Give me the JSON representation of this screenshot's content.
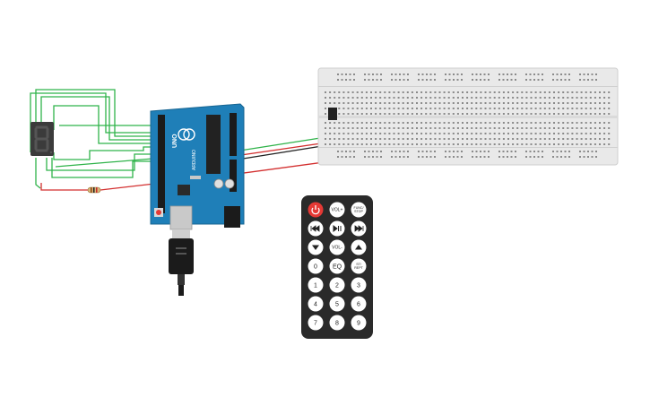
{
  "arduino": {
    "brand": "UNO",
    "maker": "ARDUINO",
    "colors": {
      "board": "#1f7fb8",
      "chip": "#222222",
      "header": "#1b1b1b"
    }
  },
  "seven_segment": {
    "digit": "8"
  },
  "breadboard": {
    "color": "#e9e9e9"
  },
  "remote": {
    "colors": {
      "body": "#2a2a2a",
      "button": "#ffffff",
      "power": "#e53935"
    },
    "buttons": [
      {
        "id": "power",
        "label": "",
        "icon": "power-icon"
      },
      {
        "id": "vol-up",
        "label": "VOL+"
      },
      {
        "id": "func-stop",
        "label": "FUNC/STOP"
      },
      {
        "id": "prev",
        "label": "",
        "icon": "rewind-icon"
      },
      {
        "id": "play-pause",
        "label": "",
        "icon": "play-pause-icon"
      },
      {
        "id": "next",
        "label": "",
        "icon": "fast-forward-icon"
      },
      {
        "id": "down",
        "label": "",
        "icon": "triangle-down-icon"
      },
      {
        "id": "vol-down",
        "label": "VOL-"
      },
      {
        "id": "up",
        "label": "",
        "icon": "triangle-up-icon"
      },
      {
        "id": "num-0",
        "label": "0"
      },
      {
        "id": "eq",
        "label": "EQ"
      },
      {
        "id": "st-rept",
        "label": "ST/REPT"
      },
      {
        "id": "num-1",
        "label": "1"
      },
      {
        "id": "num-2",
        "label": "2"
      },
      {
        "id": "num-3",
        "label": "3"
      },
      {
        "id": "num-4",
        "label": "4"
      },
      {
        "id": "num-5",
        "label": "5"
      },
      {
        "id": "num-6",
        "label": "6"
      },
      {
        "id": "num-7",
        "label": "7"
      },
      {
        "id": "num-8",
        "label": "8"
      },
      {
        "id": "num-9",
        "label": "9"
      }
    ]
  },
  "wire_colors": {
    "green": "#2fb34a",
    "red": "#d32f2f",
    "black": "#222222"
  }
}
